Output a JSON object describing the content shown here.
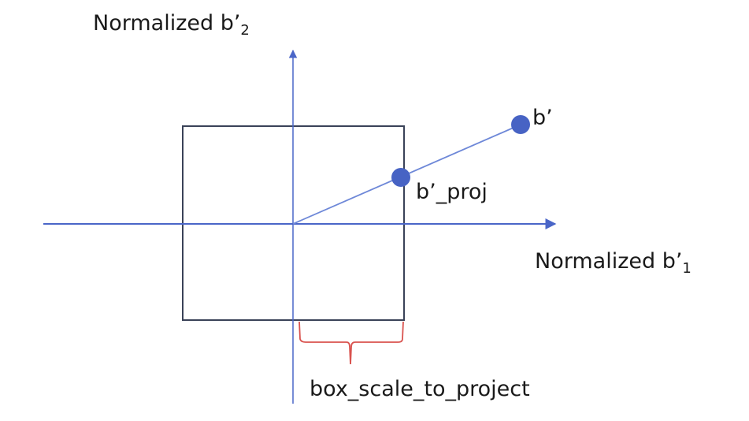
{
  "labels": {
    "y_axis": "Normalized b’",
    "y_axis_sub": "2",
    "x_axis": "Normalized b’",
    "x_axis_sub": "1",
    "point_b": "b’",
    "point_proj": "b’_proj",
    "brace": "box_scale_to_project"
  },
  "colors": {
    "axis": "#4a66c8",
    "box": "#3a4258",
    "point": "#4763c4",
    "brace": "#d9534f"
  }
}
